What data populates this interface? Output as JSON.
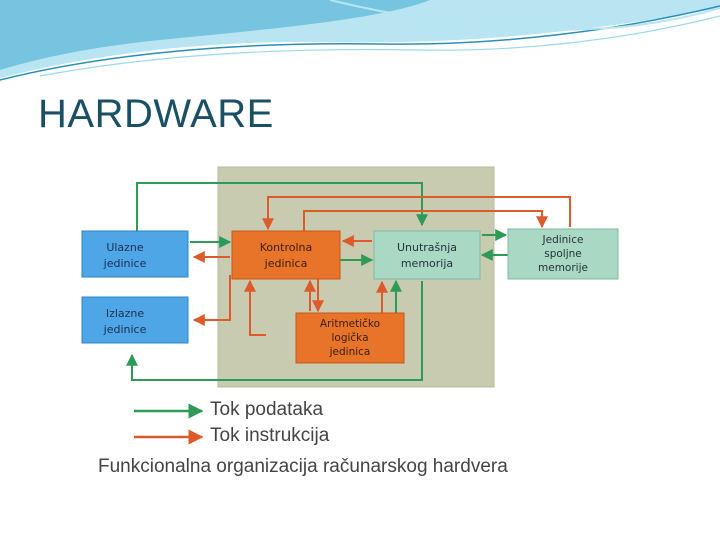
{
  "slide": {
    "title": "HARDWARE",
    "accent_colors": {
      "title": "#1b4f66",
      "wave": "#5bc0de"
    }
  },
  "diagram": {
    "blocks": {
      "input_units": {
        "lines": [
          "Ulazne",
          "jedinice"
        ],
        "color": "#4ea6e6"
      },
      "output_units": {
        "lines": [
          "Izlazne",
          "jedinice"
        ],
        "color": "#4ea6e6"
      },
      "control_unit": {
        "lines": [
          "Kontrolna",
          "jedinica"
        ],
        "color": "#e8742a"
      },
      "internal_memory": {
        "lines": [
          "Unutrašnja",
          "memorija"
        ],
        "color": "#a9d9c4"
      },
      "external_memory": {
        "lines": [
          "Jedinice",
          "spoljne",
          "memorije"
        ],
        "color": "#a9d9c4"
      },
      "alu": {
        "lines": [
          "Aritmetičko",
          "logička",
          "jedinica"
        ],
        "color": "#e8742a"
      }
    },
    "cpu_region_color": "#c9cbb0",
    "legend": [
      {
        "label": "Tok podataka",
        "color": "#2e9a58"
      },
      {
        "label": "Tok instrukcija",
        "color": "#dd5b2a"
      }
    ],
    "caption": "Funkcionalna organizacija računarskog hardvera"
  }
}
